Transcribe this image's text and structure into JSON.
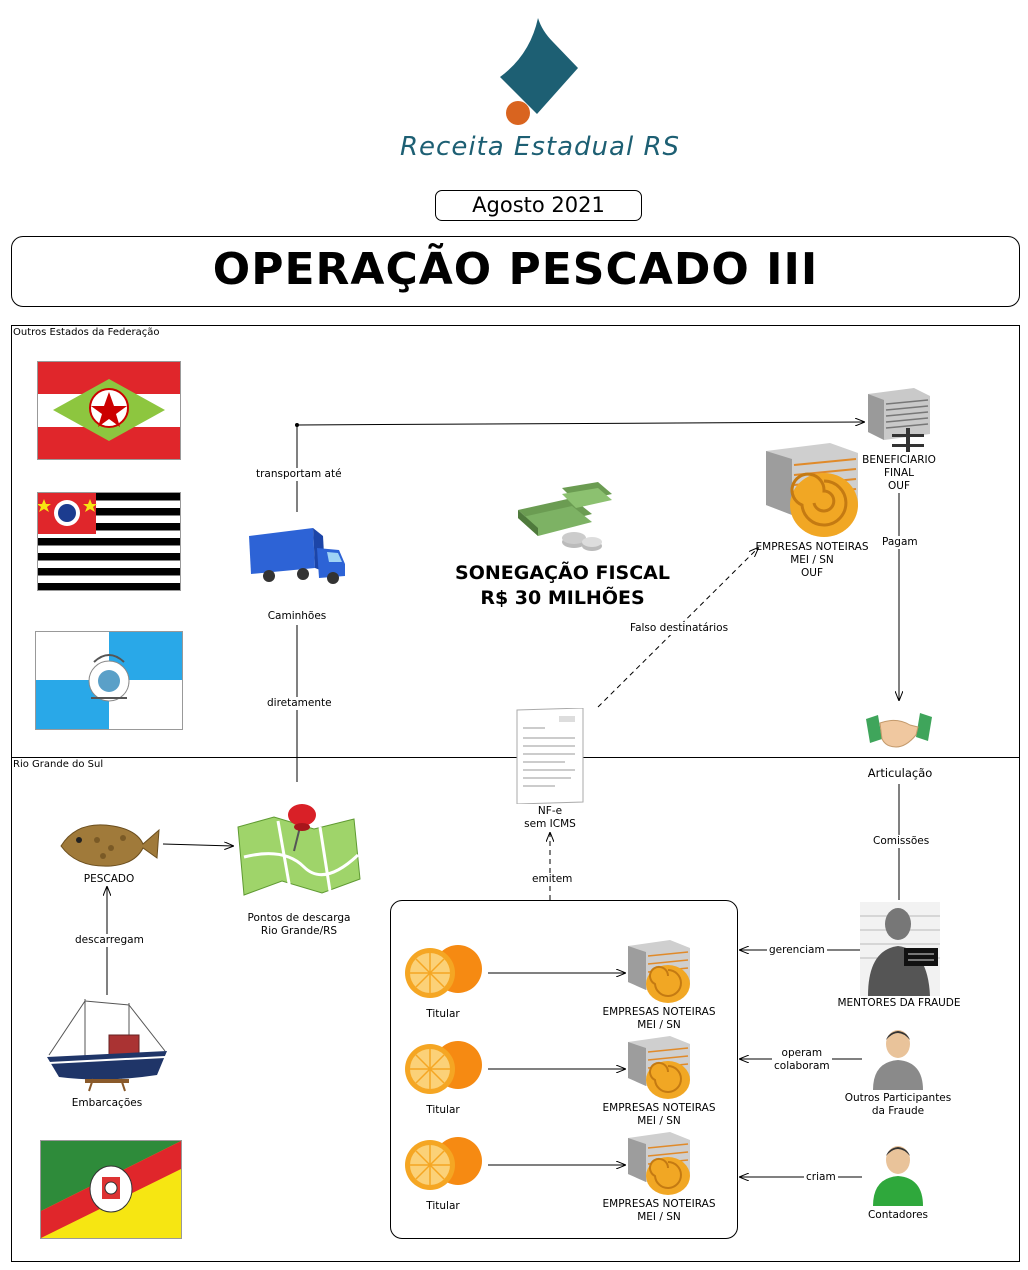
{
  "header": {
    "org_name": "Receita Estadual RS",
    "date": "Agosto 2021",
    "title": "OPERAÇÃO PESCADO III"
  },
  "sections": {
    "other_states": "Outros Estados da Federação",
    "rs": "Rio Grande do Sul"
  },
  "nodes": {
    "trucks": "Caminhões",
    "beneficiary": [
      "BENEFICIARIO",
      "FINAL",
      "OUF"
    ],
    "shell_companies_ouf": [
      "EMPRESAS NOTEIRAS",
      "MEI / SN",
      "OUF"
    ],
    "tax_evasion": [
      "SONEGAÇÃO FISCAL",
      "R$ 30 MILHÕES"
    ],
    "articulation": "Articulação",
    "invoice": [
      "NF-e",
      "sem ICMS"
    ],
    "fish": "PESCADO",
    "unloading_points": [
      "Pontos de descarga",
      "Rio Grande/RS"
    ],
    "boats": "Embarcações",
    "masterminds": "MENTORES DA FRAUDE",
    "other_participants": [
      "Outros Participantes",
      "da Fraude"
    ],
    "accountants": "Contadores",
    "holder": "Titular",
    "shell_companies": [
      "EMPRESAS NOTEIRAS",
      "MEI / SN"
    ]
  },
  "edges": {
    "transport_to": "transportam até",
    "directly": "diretamente",
    "false_recipients": "Falso destinatários",
    "pay": "Pagam",
    "commissions": "Comissões",
    "issue": "emitem",
    "unload": "descarregam",
    "manage": "gerenciam",
    "operate": [
      "operam",
      "colaboram"
    ],
    "create": "criam"
  },
  "colors": {
    "logo_teal": "#1d5f73",
    "logo_orange": "#d9641f",
    "flag_red": "#e0262b",
    "flag_green": "#2e8b3a",
    "flag_yellow": "#f6e612",
    "flag_blue": "#29a8e8"
  }
}
